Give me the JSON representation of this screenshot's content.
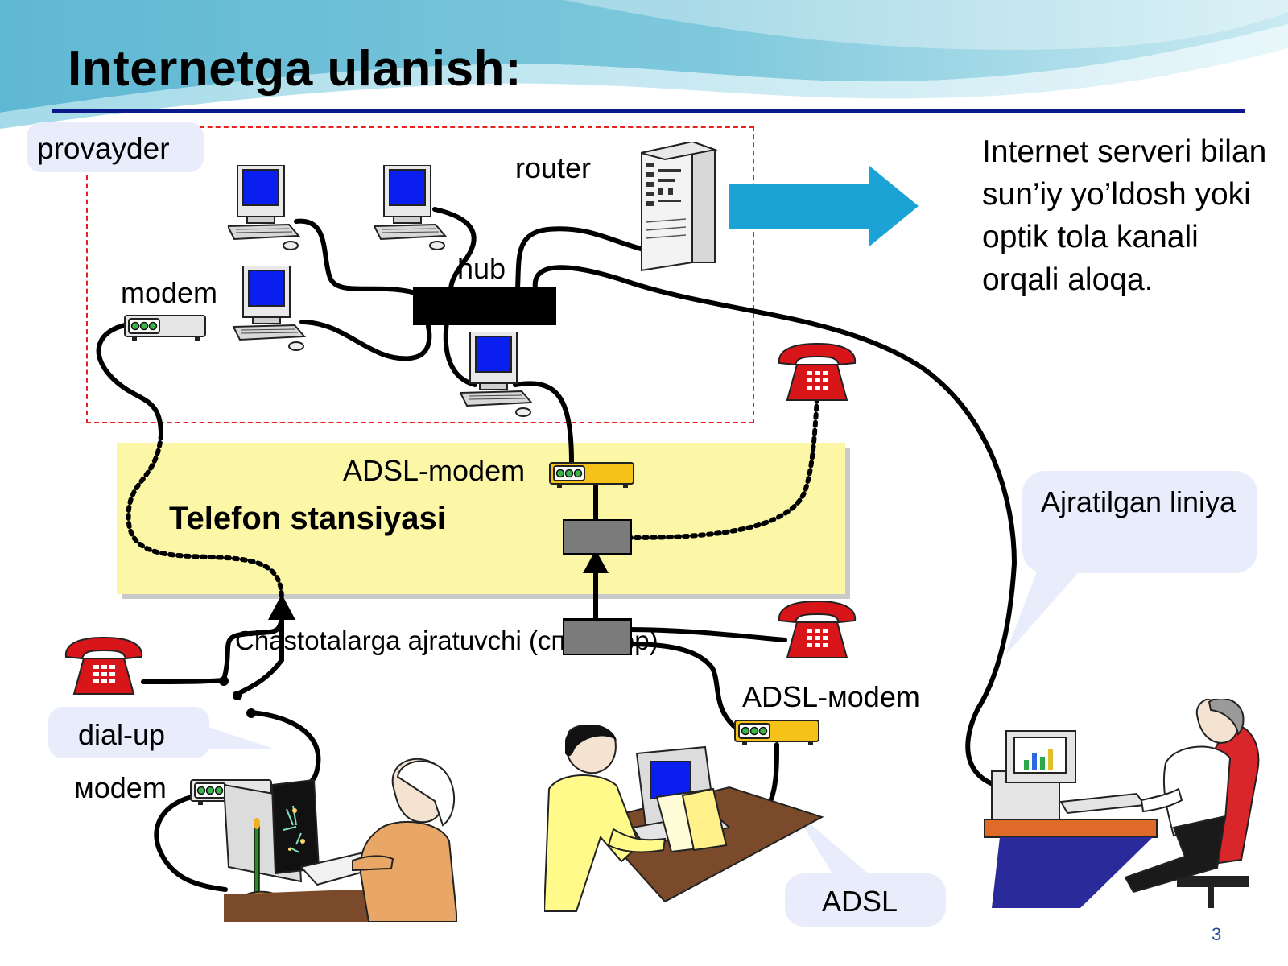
{
  "slide": {
    "title": "Internetga ulanish:",
    "page_number": "3"
  },
  "labels": {
    "provider": "provayder",
    "router": "router",
    "hub": "hub",
    "modem_top": "modem",
    "adsl_modem_station": "ADSL-modem",
    "station": "Telefon stansiyasi",
    "splitter": "Chastotalarga ajratuvchi (сплиттер)",
    "adsl_modem_user": "ADSL-мodem",
    "dialup": "dial-up",
    "modem_bottom": "мodem",
    "adsl": "ADSL",
    "leased_line": "Ajratilgan liniya",
    "server_text": "Internet serveri bilan sun’iy yo’ldosh yoki optik tola kanali orqali aloqa."
  },
  "colors": {
    "title_rule": "#0a1a8a",
    "provider_frame": "#e8201c",
    "station_fill": "#fbf7a6",
    "arrow": "#1ba3d6",
    "callout": "#e8ecfb",
    "phone": "#d8161a",
    "adsl_modem": "#f5c21a",
    "screen": "#0a1ef0"
  },
  "icons": [
    "computer-icon",
    "server-icon",
    "hub-icon",
    "modem-icon",
    "adsl-modem-icon",
    "telephone-icon",
    "splitter-icon",
    "arrow-right-icon"
  ]
}
